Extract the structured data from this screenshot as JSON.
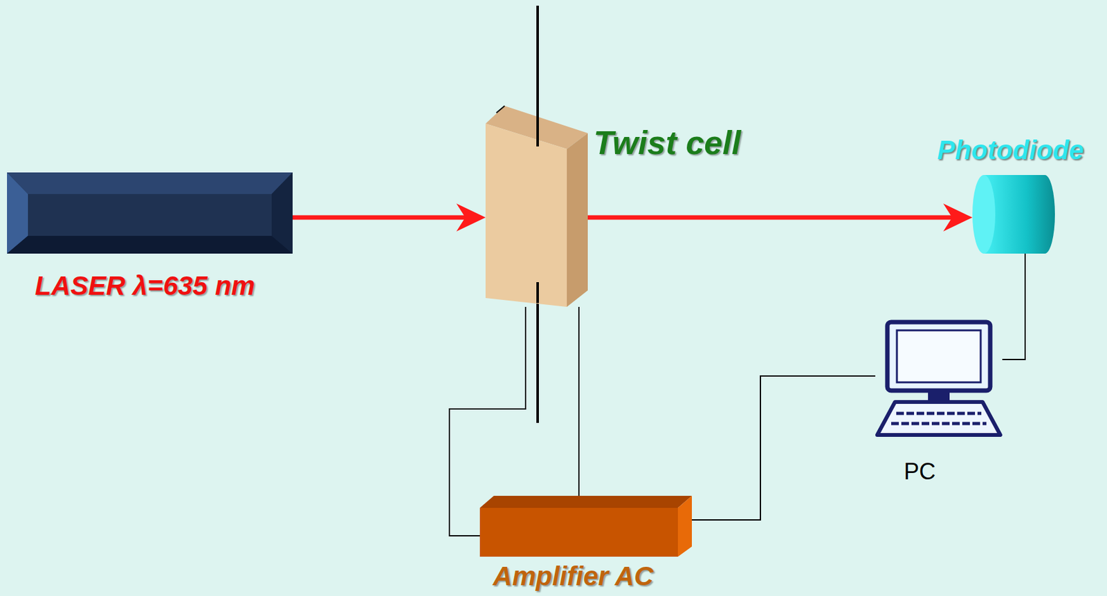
{
  "diagram": {
    "nodes": [
      {
        "text": [
          "LASER λ=635 nm"
        ]
      },
      {
        "text": [
          "Twist cell"
        ]
      },
      {
        "text": [
          "Photodiode"
        ]
      },
      {
        "text": [
          "PC"
        ]
      },
      {
        "text": [
          "Amplifier AC"
        ]
      }
    ],
    "edges": [
      {
        "from": 0,
        "to": 1,
        "arrow": "to"
      },
      {
        "from": 1,
        "to": 2,
        "arrow": "to"
      },
      {
        "from": 1,
        "to": 4,
        "arrow": "none"
      },
      {
        "from": 1,
        "to": 4,
        "arrow": "none"
      },
      {
        "from": 4,
        "to": 3,
        "arrow": "none"
      },
      {
        "from": 2,
        "to": 3,
        "arrow": "none"
      }
    ]
  }
}
